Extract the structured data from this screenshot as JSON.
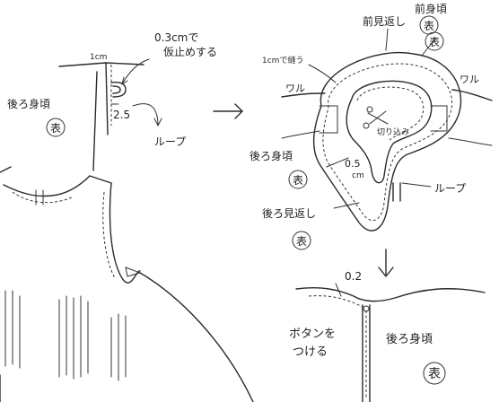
{
  "labels": {
    "loop_top": "1cm",
    "stitch_note": "0.3cmで\n仮止めする",
    "left_back_bodice": "後ろ身頃",
    "left_back_side": "表",
    "loop_25": "2.5",
    "loop_left": "ループ",
    "facing_front": "前見返し",
    "facing_front_side": "表",
    "front_bodice": "前身頃",
    "front_bodice_side": "表",
    "sew_1cm": "1cmで縫う",
    "fold_left": "ワル",
    "fold_right": "ワル",
    "clip": "切り込み",
    "right_back_bodice": "後ろ身頃",
    "right_back_bodice_side": "表",
    "seam_05": "0.5",
    "seam_05_unit": "cm",
    "loop_right": "ループ",
    "back_facing": "後ろ見返し",
    "back_facing_side": "表",
    "edge_02": "0.2",
    "button": "ボタンを\nつける",
    "bottom_back_bodice": "後ろ身頃",
    "bottom_back_side": "表"
  }
}
